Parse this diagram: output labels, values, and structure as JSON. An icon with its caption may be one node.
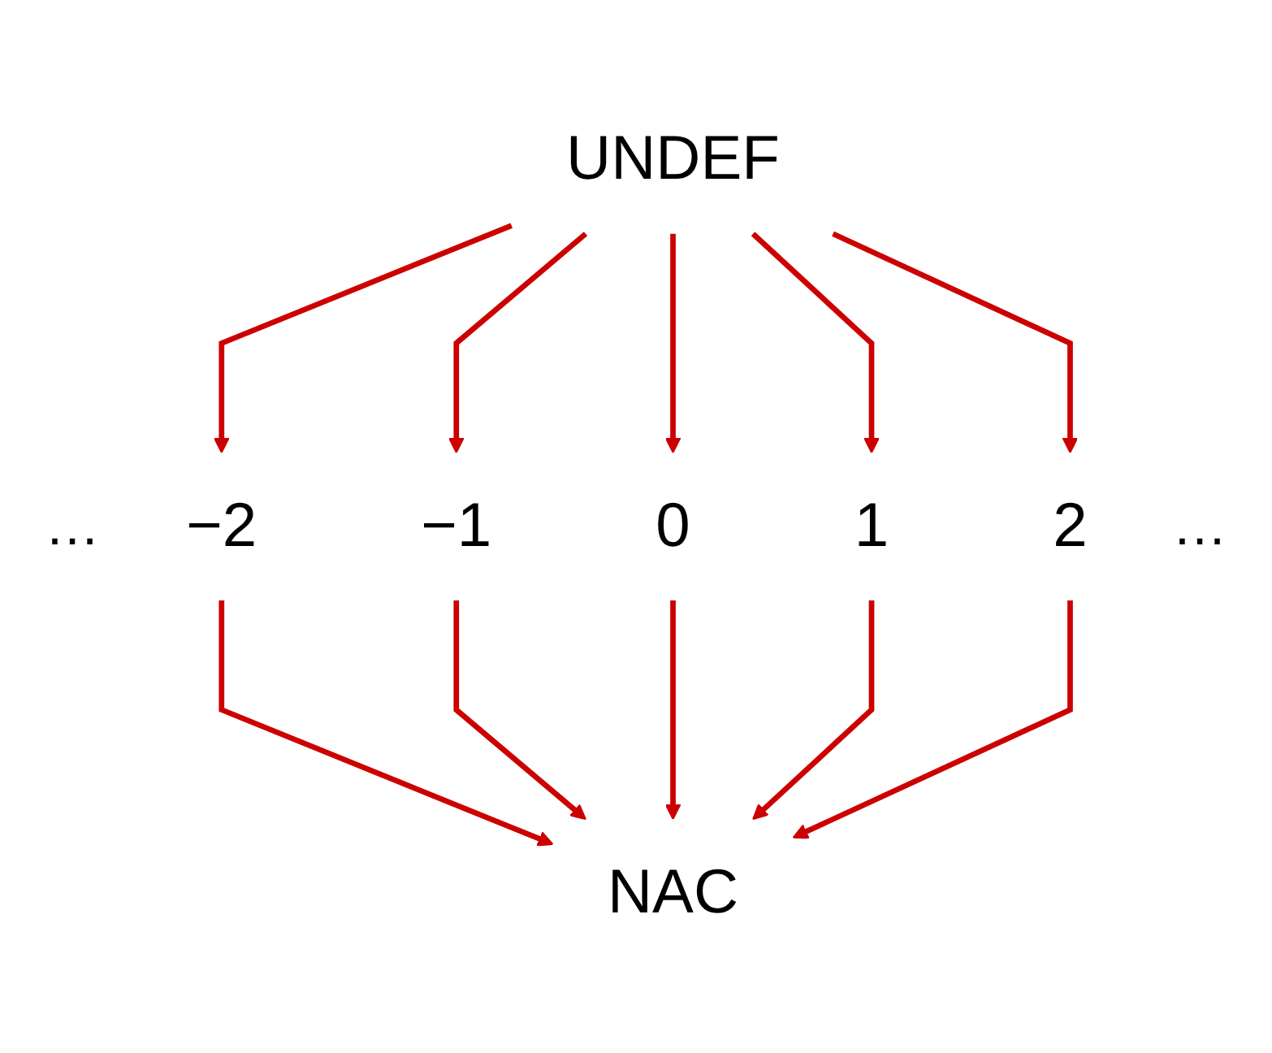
{
  "diagram": {
    "nodes": [
      {
        "text": [
          "UNDEF"
        ]
      },
      {
        "text": [
          "−2"
        ]
      },
      {
        "text": [
          "−1"
        ]
      },
      {
        "text": [
          "0"
        ]
      },
      {
        "text": [
          "1"
        ]
      },
      {
        "text": [
          "2"
        ]
      },
      {
        "text": [
          "NAC"
        ]
      }
    ],
    "edges": [
      {
        "from": 0,
        "to": 1,
        "arrow": "to"
      },
      {
        "from": 0,
        "to": 2,
        "arrow": "to"
      },
      {
        "from": 0,
        "to": 3,
        "arrow": "to"
      },
      {
        "from": 0,
        "to": 4,
        "arrow": "to"
      },
      {
        "from": 0,
        "to": 5,
        "arrow": "to"
      },
      {
        "from": 1,
        "to": 6,
        "arrow": "to"
      },
      {
        "from": 2,
        "to": 6,
        "arrow": "to"
      },
      {
        "from": 3,
        "to": 6,
        "arrow": "to"
      },
      {
        "from": 4,
        "to": 6,
        "arrow": "to"
      },
      {
        "from": 5,
        "to": 6,
        "arrow": "to"
      }
    ],
    "labels": [
      "…",
      "…"
    ]
  }
}
